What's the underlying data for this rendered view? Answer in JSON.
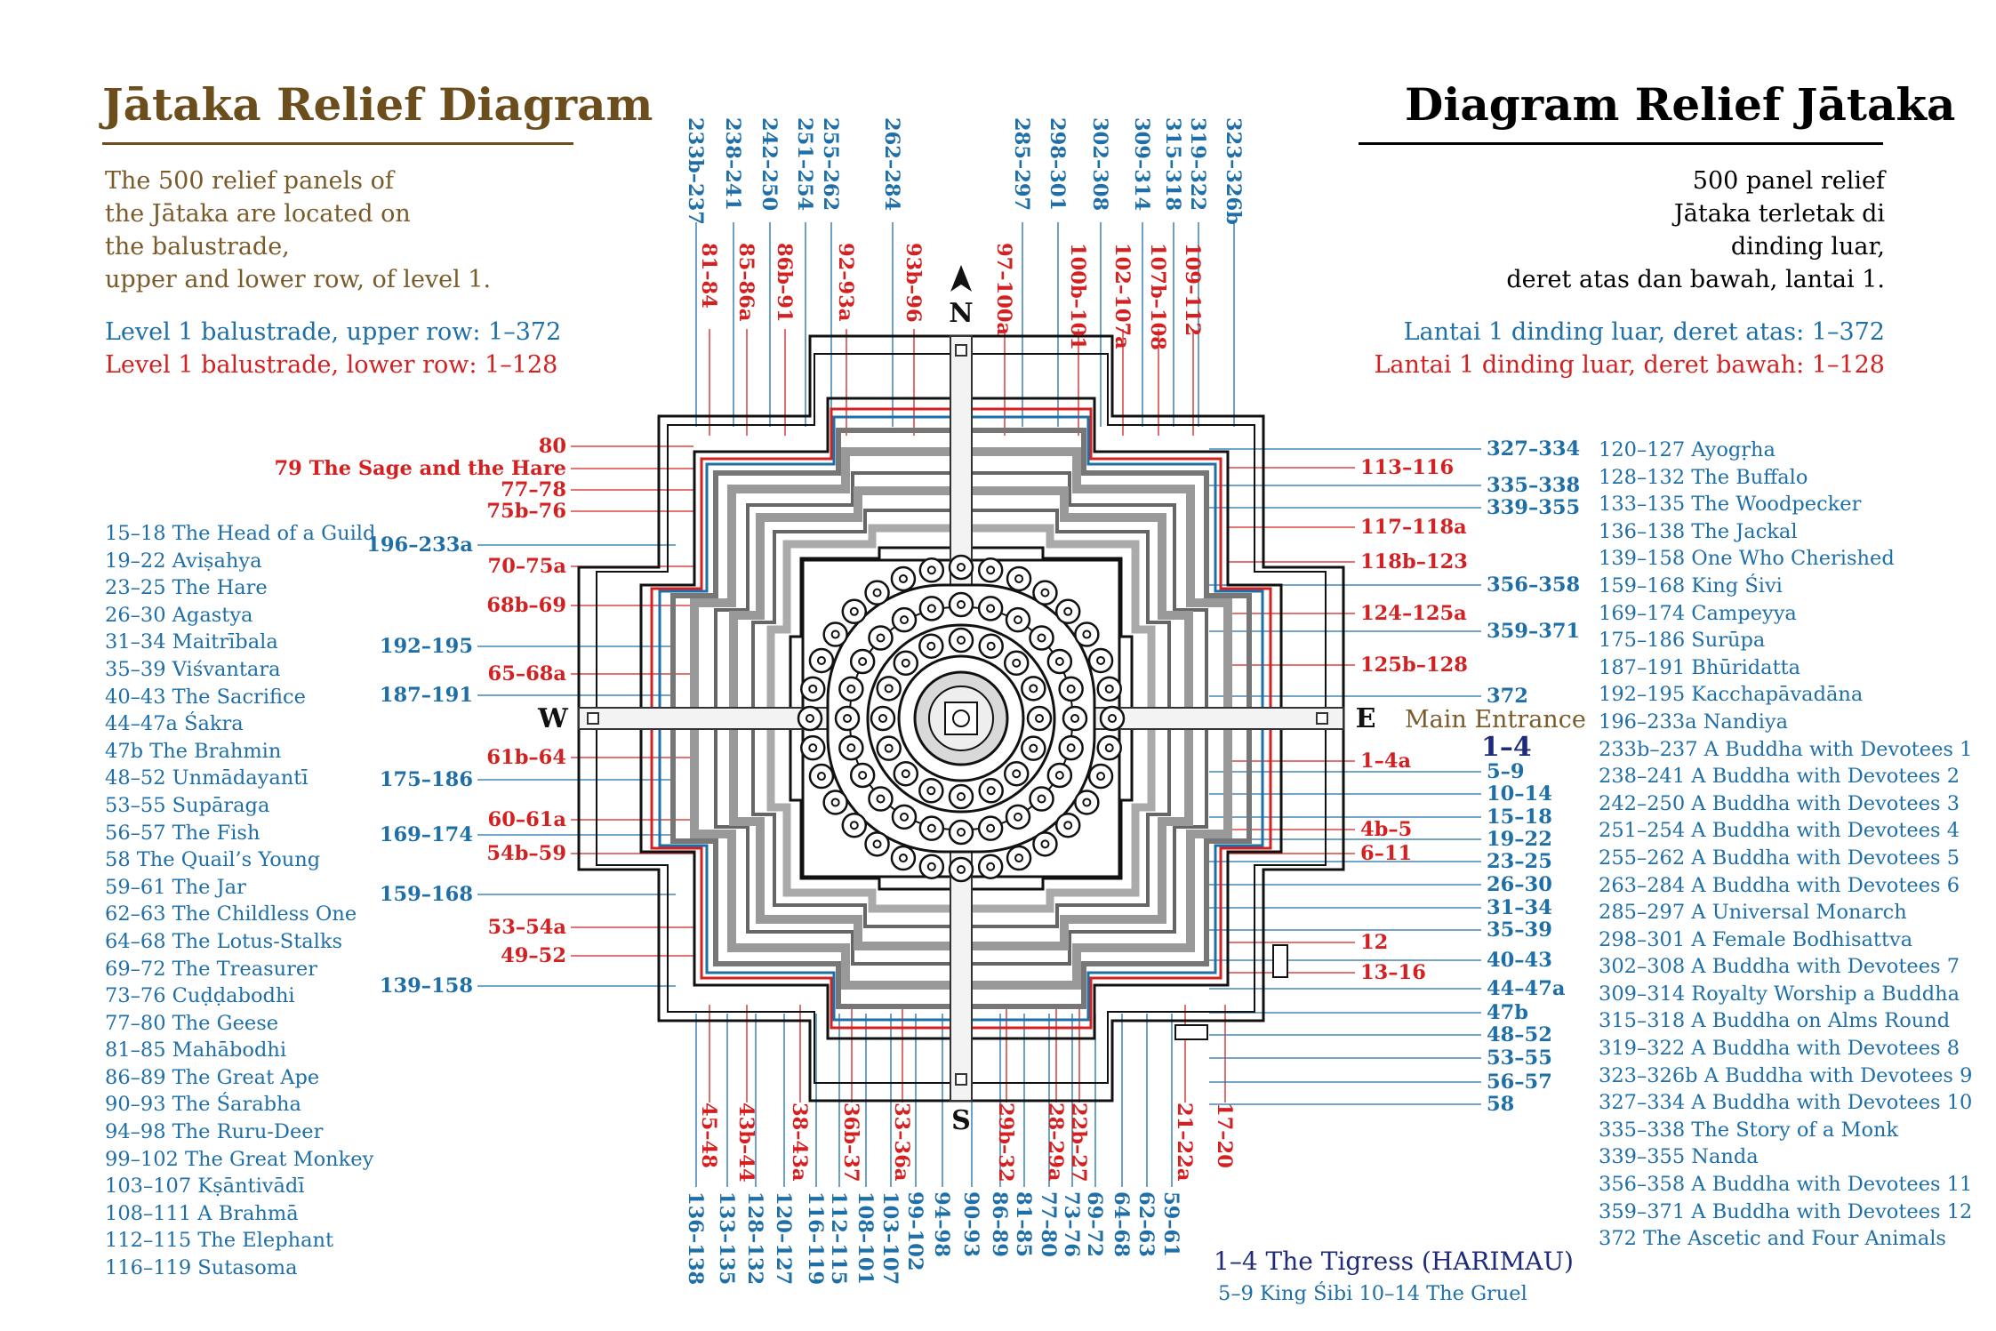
{
  "header": {
    "title_en": "Jātaka Relief Diagram",
    "title_id": "Diagram Relief Jātaka",
    "intro_en_lines": [
      "The 500 relief panels of",
      "the Jātaka are located on",
      "the balustrade,",
      "upper and lower row, of level 1."
    ],
    "intro_id_lines": [
      "500 panel relief",
      "Jātaka terletak di",
      "dinding luar,",
      "deret atas dan bawah, lantai 1."
    ],
    "upper_en": "Level 1 balustrade, upper row: 1–372",
    "lower_en": "Level 1 balustrade, lower row: 1–128",
    "upper_id": "Lantai 1 dinding luar, deret atas: 1–372",
    "lower_id": "Lantai 1 dinding luar, deret bawah: 1–128"
  },
  "colors": {
    "blue": "#1e6fa8",
    "red": "#d42020",
    "navy": "#1f2a7a",
    "gold": "#7a5a28",
    "structure": "#9a9a9a"
  },
  "compass": {
    "N": "N",
    "S": "S",
    "E": "E",
    "W": "W",
    "main_entrance": "Main Entrance",
    "entrance_range": "1–4",
    "north_arrow_icon": "north-arrow-icon"
  },
  "top_labels": {
    "blue": [
      "233b–237",
      "238–241",
      "242–250",
      "251–254",
      "255–262",
      "262–284",
      "285–297",
      "298–301",
      "302–308",
      "309–314",
      "315–318",
      "319–322",
      "323–326b"
    ],
    "red": [
      "81–84",
      "85–86a",
      "86b–91",
      "92–93a",
      "93b–96",
      "97–100a",
      "100b–101",
      "102–107a",
      "107b–108",
      "109–112"
    ]
  },
  "bottom_labels": {
    "red": [
      "45–48",
      "43b–44",
      "38–43a",
      "36b–37",
      "33–36a",
      "29b–32",
      "28–29a",
      "22b–27",
      "21–22a",
      "17–20"
    ],
    "blue": [
      "136–138",
      "133–135",
      "128–132",
      "120–127",
      "116–119",
      "112–115",
      "108–101",
      "103–107",
      "99–102",
      "94–98",
      "90–93",
      "86–89",
      "81–85",
      "77–80",
      "73–76",
      "69–72",
      "64–68",
      "62–63",
      "59–61"
    ]
  },
  "left_labels": {
    "red": [
      "80",
      "79 The Sage and the Hare",
      "77–78",
      "75b–76",
      "70–75a",
      "68b–69",
      "65–68a",
      "61b–64",
      "60–61a",
      "54b–59",
      "53–54a",
      "49–52"
    ],
    "blue": [
      "196–233a",
      "192–195",
      "187–191",
      "175–186",
      "169–174",
      "159–168",
      "139–158"
    ]
  },
  "right_labels": {
    "red": [
      "113–116",
      "117–118a",
      "118b–123",
      "124–125a",
      "125b–128",
      "1–4a",
      "4b–5",
      "6–11",
      "12",
      "13–16"
    ],
    "blue": [
      "327–334",
      "335–338",
      "339–355",
      "356–358",
      "359–371",
      "372",
      "5–9",
      "10–14",
      "15–18",
      "19–22",
      "23–25",
      "26–30",
      "31–34",
      "35–39",
      "40–43",
      "44–47a",
      "47b",
      "48–52",
      "53–55",
      "56–57",
      "58"
    ]
  },
  "stories_left": [
    "15–18 The Head of a Guild",
    "19–22 Aviṣahya",
    "23–25 The Hare",
    "26–30 Agastya",
    "31–34 Maitrībala",
    "35–39 Viśvantara",
    "40–43 The Sacrifice",
    "44–47a Śakra",
    "47b The Brahmin",
    "48–52 Unmādayantī",
    "53–55 Supāraga",
    "56–57 The Fish",
    "58 The Quail’s Young",
    "59–61 The Jar",
    "62–63 The Childless One",
    "64–68 The Lotus-Stalks",
    "69–72 The Treasurer",
    "73–76 Cuḍḍabodhi",
    "77–80 The Geese",
    "81–85 Mahābodhi",
    "86–89 The Great Ape",
    "90–93 The Śarabha",
    "94–98 The Ruru-Deer",
    "99–102 The Great Monkey",
    "103–107 Kṣāntivādī",
    "108–111 A Brahmā",
    "112–115 The Elephant",
    "116–119 Sutasoma"
  ],
  "stories_right": [
    "120–127 Ayogṛha",
    "128–132 The Buffalo",
    "133–135 The Woodpecker",
    "136–138 The Jackal",
    "139–158 One Who Cherished",
    "159–168 King Śivi",
    "169–174 Campeyya",
    "175–186 Surūpa",
    "187–191 Bhūridatta",
    "192–195 Kacchapāvadāna",
    "196–233a Nandiya",
    "233b–237 A Buddha with Devotees 1",
    "238–241 A Buddha with Devotees 2",
    "242–250 A Buddha with Devotees 3",
    "251–254 A Buddha with Devotees 4",
    "255–262 A Buddha with Devotees 5",
    "263–284 A Buddha with Devotees 6",
    "285–297 A Universal Monarch",
    "298–301 A Female Bodhisattva",
    "302–308 A Buddha with Devotees 7",
    "309–314 Royalty Worship a Buddha",
    "315–318 A Buddha on Alms Round",
    "319–322 A Buddha with Devotees 8",
    "323–326b A Buddha with Devotees 9",
    "327–334 A Buddha with Devotees 10",
    "335–338 The Story of a Monk",
    "339–355 Nanda",
    "356–358 A Buddha with Devotees 11",
    "359–371 A Buddha with Devotees 12",
    "372 The Ascetic and Four Animals"
  ],
  "bottom_notes": {
    "tigress": "1–4 The Tigress (HARIMAU)",
    "sibi_gruel": "5–9 King Śibi 10–14 The Gruel"
  }
}
